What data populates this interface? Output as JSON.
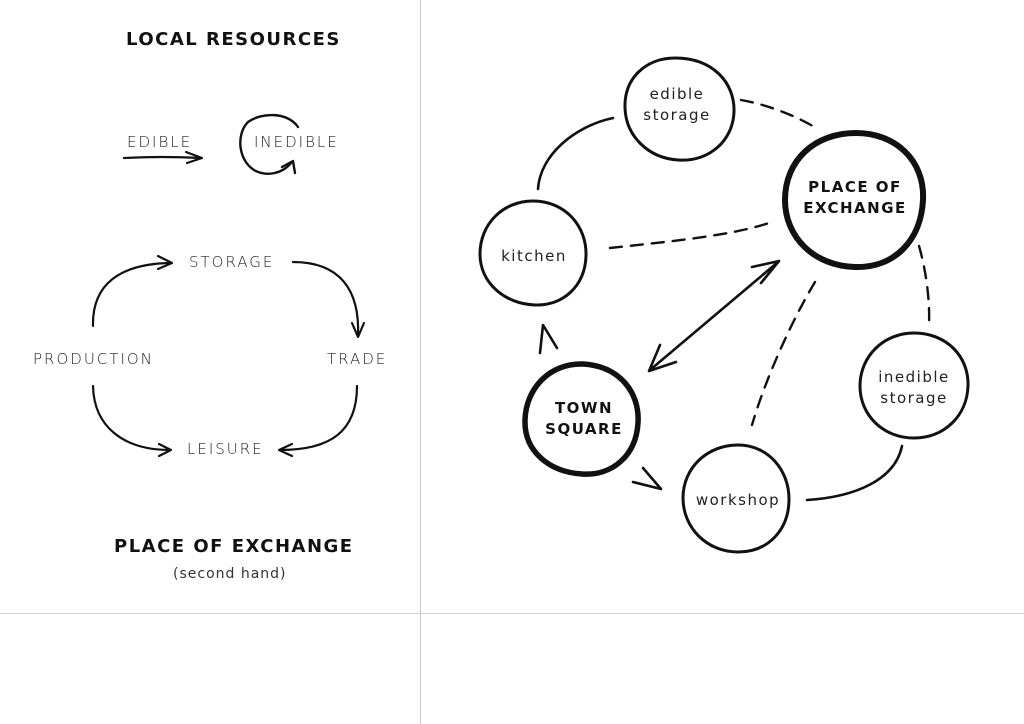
{
  "left_panel": {
    "title": "LOCAL RESOURCES",
    "legend": {
      "edible_label": "EDIBLE",
      "inedible_label": "INEDIBLE"
    },
    "cycle": {
      "storage": "STORAGE",
      "production": "PRODUCTION",
      "trade": "TRADE",
      "leisure": "LEISURE"
    },
    "footer_title": "PLACE OF EXCHANGE",
    "footer_subtitle": "(second hand)"
  },
  "right_panel": {
    "nodes": {
      "edible_storage": [
        "edible",
        "storage"
      ],
      "place_of_exchange": [
        "PLACE OF",
        "EXCHANGE"
      ],
      "kitchen": [
        "kitchen"
      ],
      "town_square": [
        "TOWN",
        "SQUARE"
      ],
      "inedible_storage": [
        "inedible",
        "storage"
      ],
      "workshop": [
        "workshop"
      ]
    }
  },
  "colors": {
    "ink": "#111111",
    "divider": "#c8c8c8"
  }
}
